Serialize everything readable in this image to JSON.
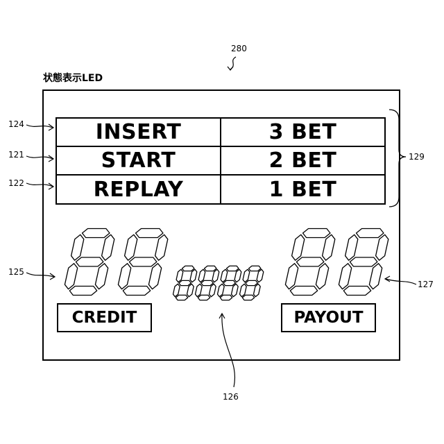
{
  "figure": {
    "ref_figure": "280",
    "title": "状態表示LED"
  },
  "table": {
    "rows": [
      {
        "ref": "124",
        "left": "INSERT",
        "right": "3 BET"
      },
      {
        "ref": "121",
        "left": "START",
        "right": "2 BET"
      },
      {
        "ref": "122",
        "left": "REPLAY",
        "right": "1 BET"
      }
    ],
    "bracket_ref": "129"
  },
  "displays": {
    "credit_label": "CREDIT",
    "payout_label": "PAYOUT",
    "ref_credit": "125",
    "ref_middle": "126",
    "ref_payout": "127"
  }
}
